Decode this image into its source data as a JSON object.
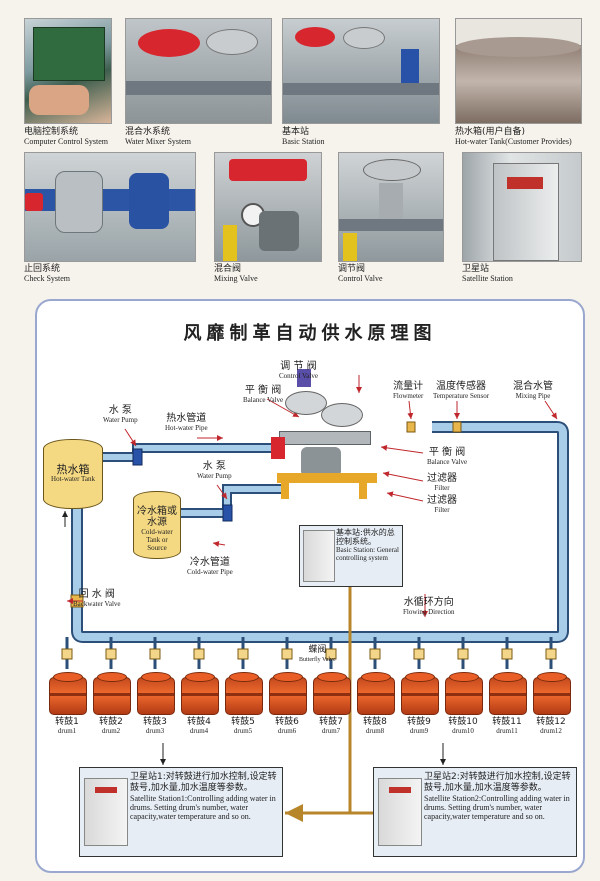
{
  "photos": {
    "computer": {
      "zh": "电脑控制系统",
      "en": "Computer Control System"
    },
    "mixer": {
      "zh": "混合水系统",
      "en": "Water Mixer System"
    },
    "basic": {
      "zh": "基本站",
      "en": "Basic Station"
    },
    "tank": {
      "zh": "热水箱(用户自备)",
      "en": "Hot-water Tank(Customer Provides)"
    },
    "check": {
      "zh": "止回系统",
      "en": "Check System"
    },
    "mixing_valve": {
      "zh": "混合阀",
      "en": "Mixing Valve"
    },
    "control_valve": {
      "zh": "调节阀",
      "en": "Control Valve"
    },
    "satellite": {
      "zh": "卫星站",
      "en": "Satellite Station"
    }
  },
  "diagram": {
    "title": "风靡制革自动供水原理图",
    "control_valve": {
      "zh": "调 节 阀",
      "en": "Control Valve"
    },
    "balance_valve_top": {
      "zh": "平 衡 阀",
      "en": "Balance Valve"
    },
    "flowmeter": {
      "zh": "流量计",
      "en": "Flowmeter"
    },
    "temp_sensor": {
      "zh": "温度传感器",
      "en": "Temperature Sensor"
    },
    "mixing_pipe": {
      "zh": "混合水管",
      "en": "Mixing Pipe"
    },
    "water_pump_1": {
      "zh": "水 泵",
      "en": "Water Pump"
    },
    "hot_pipe": {
      "zh": "热水管道",
      "en": "Hot-water Pipe"
    },
    "hot_tank": {
      "zh": "热水箱",
      "en": "Hot-water Tank"
    },
    "water_pump_2": {
      "zh": "水 泵",
      "en": "Water Pump"
    },
    "balance_valve_right": {
      "zh": "平 衡 阀",
      "en": "Balance Valve"
    },
    "filter_1": {
      "zh": "过滤器",
      "en": "Filter"
    },
    "filter_2": {
      "zh": "过滤器",
      "en": "Filter"
    },
    "cold_tank": {
      "zh": "冷水箱或水源",
      "en": "Cold-water Tank or Source"
    },
    "cold_pipe": {
      "zh": "冷水管道",
      "en": "Cold-water Pipe"
    },
    "basic_station": {
      "zh": "基本站:供水的总控制系统。",
      "en": "Basic Station: General controlling system"
    },
    "backwater_valve": {
      "zh": "回 水 阀",
      "en": "Backwater Valve"
    },
    "flow_direction": {
      "zh": "水循环方向",
      "en": "Flowing Direction"
    },
    "butterfly_valve": {
      "zh": "蝶阀",
      "en": "Butterfly Valve"
    }
  },
  "drums": [
    {
      "zh": "转鼓1",
      "en": "drum1"
    },
    {
      "zh": "转鼓2",
      "en": "drum2"
    },
    {
      "zh": "转鼓3",
      "en": "drum3"
    },
    {
      "zh": "转鼓4",
      "en": "drum4"
    },
    {
      "zh": "转鼓5",
      "en": "drum5"
    },
    {
      "zh": "转鼓6",
      "en": "drum6"
    },
    {
      "zh": "转鼓7",
      "en": "drum7"
    },
    {
      "zh": "转鼓8",
      "en": "drum8"
    },
    {
      "zh": "转鼓9",
      "en": "drum9"
    },
    {
      "zh": "转鼓10",
      "en": "drum10"
    },
    {
      "zh": "转鼓11",
      "en": "drum11"
    },
    {
      "zh": "转鼓12",
      "en": "drum12"
    }
  ],
  "satellite_1": {
    "zh": "卫星站1:对转鼓进行加水控制,设定转鼓号,加水量,加水温度等参数。",
    "en": "Satellite Station1:Controlling adding water in drums. Setting drum's number, water capacity,water temperature and so on."
  },
  "satellite_2": {
    "zh": "卫星站2:对转鼓进行加水控制,设定转鼓号,加水量,加水温度等参数。",
    "en": "Satellite Station2:Controlling adding water in drums. Setting drum's number, water capacity,water temperature and so on."
  },
  "colors": {
    "pipe": "#a8cde8",
    "pipe_edge": "#2c4f7a",
    "drum": "#e8582a",
    "frame": "#e7a82a",
    "arrow": "#c0272d",
    "link": "#b8862a"
  },
  "icons": [
    "pump-icon",
    "valve-icon",
    "drum-icon",
    "cabinet-icon",
    "arrow-icon"
  ]
}
